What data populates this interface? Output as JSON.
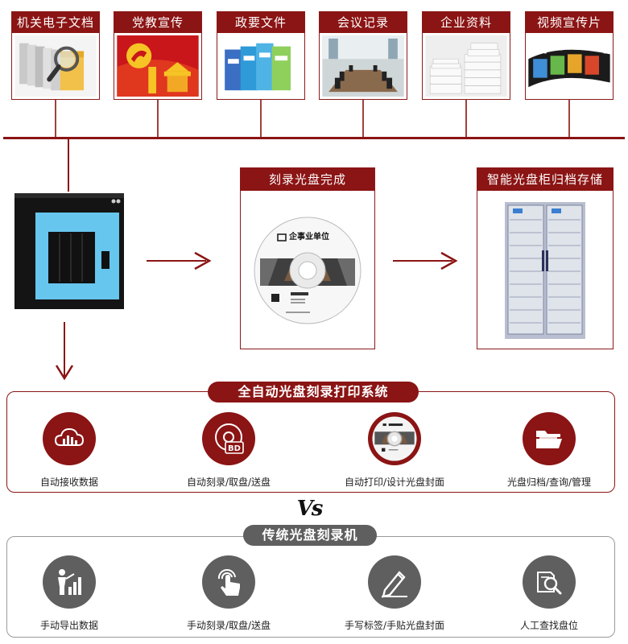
{
  "categories": [
    {
      "label": "机关电子文档"
    },
    {
      "label": "党教宣传"
    },
    {
      "label": "政要文件"
    },
    {
      "label": "会议记录"
    },
    {
      "label": "企业资料"
    },
    {
      "label": "视频宣传片"
    }
  ],
  "process": {
    "burn_done_title": "刻录光盘完成",
    "cabinet_title": "智能光盘柜归档存储",
    "disc_org_text": "企事业单位"
  },
  "auto_system": {
    "title": "全自动光盘刻录打印系统",
    "features": [
      {
        "label": "自动接收数据",
        "icon": "cloud-chart-icon"
      },
      {
        "label": "自动刻录/取盘/送盘",
        "icon": "bd-disc-icon"
      },
      {
        "label": "自动打印/设计光盘封面",
        "icon": "printed-disc-icon"
      },
      {
        "label": "光盘归档/查询/管理",
        "icon": "folder-icon"
      }
    ]
  },
  "vs_label": "Vs",
  "manual_system": {
    "title": "传统光盘刻录机",
    "features": [
      {
        "label": "手动导出数据",
        "icon": "person-chart-icon"
      },
      {
        "label": "手动刻录/取盘/送盘",
        "icon": "hand-tap-icon"
      },
      {
        "label": "手写标签/手贴光盘封面",
        "icon": "pen-icon"
      },
      {
        "label": "人工查找盘位",
        "icon": "search-doc-icon"
      }
    ]
  },
  "colors": {
    "brand_red": "#8b1414",
    "icon_gray": "#5f5f5f",
    "frame_gray": "#9a9a9a",
    "cabinet_blue": "#62c5ef"
  }
}
